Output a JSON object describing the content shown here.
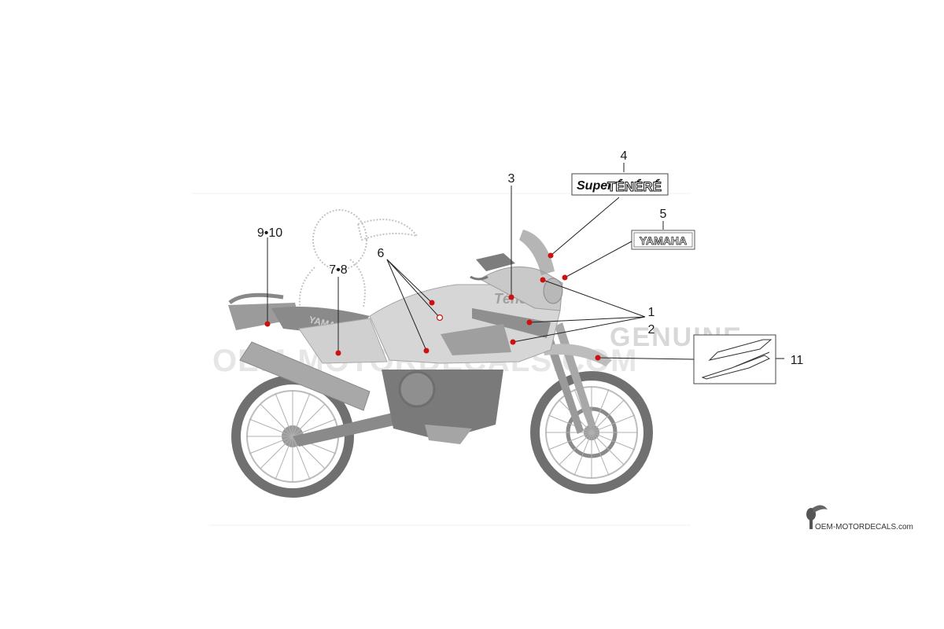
{
  "watermark": {
    "line1": "GENUINE",
    "line2": "OEM-MOTORDECALS.COM"
  },
  "decals": {
    "super_tenere": {
      "script": "Super",
      "text": "TÉNÉRÉ"
    },
    "yamaha_badge": "YAMAHA",
    "seat_text": "YAMAHA",
    "tank_text": "Ténéré"
  },
  "callouts": {
    "c1": "1",
    "c2": "2",
    "c3": "3",
    "c4": "4",
    "c5": "5",
    "c6": "6",
    "c78": "7•8",
    "c910": "9•10",
    "c11": "11"
  },
  "brand": {
    "name": "OEM-MOTORDECALS.com",
    "logo_icon": "toucan-icon"
  },
  "colors": {
    "marker": "#cc1111",
    "leader": "#222222",
    "bike": "#8e8e8e",
    "bike_light": "#d6d6d6"
  }
}
